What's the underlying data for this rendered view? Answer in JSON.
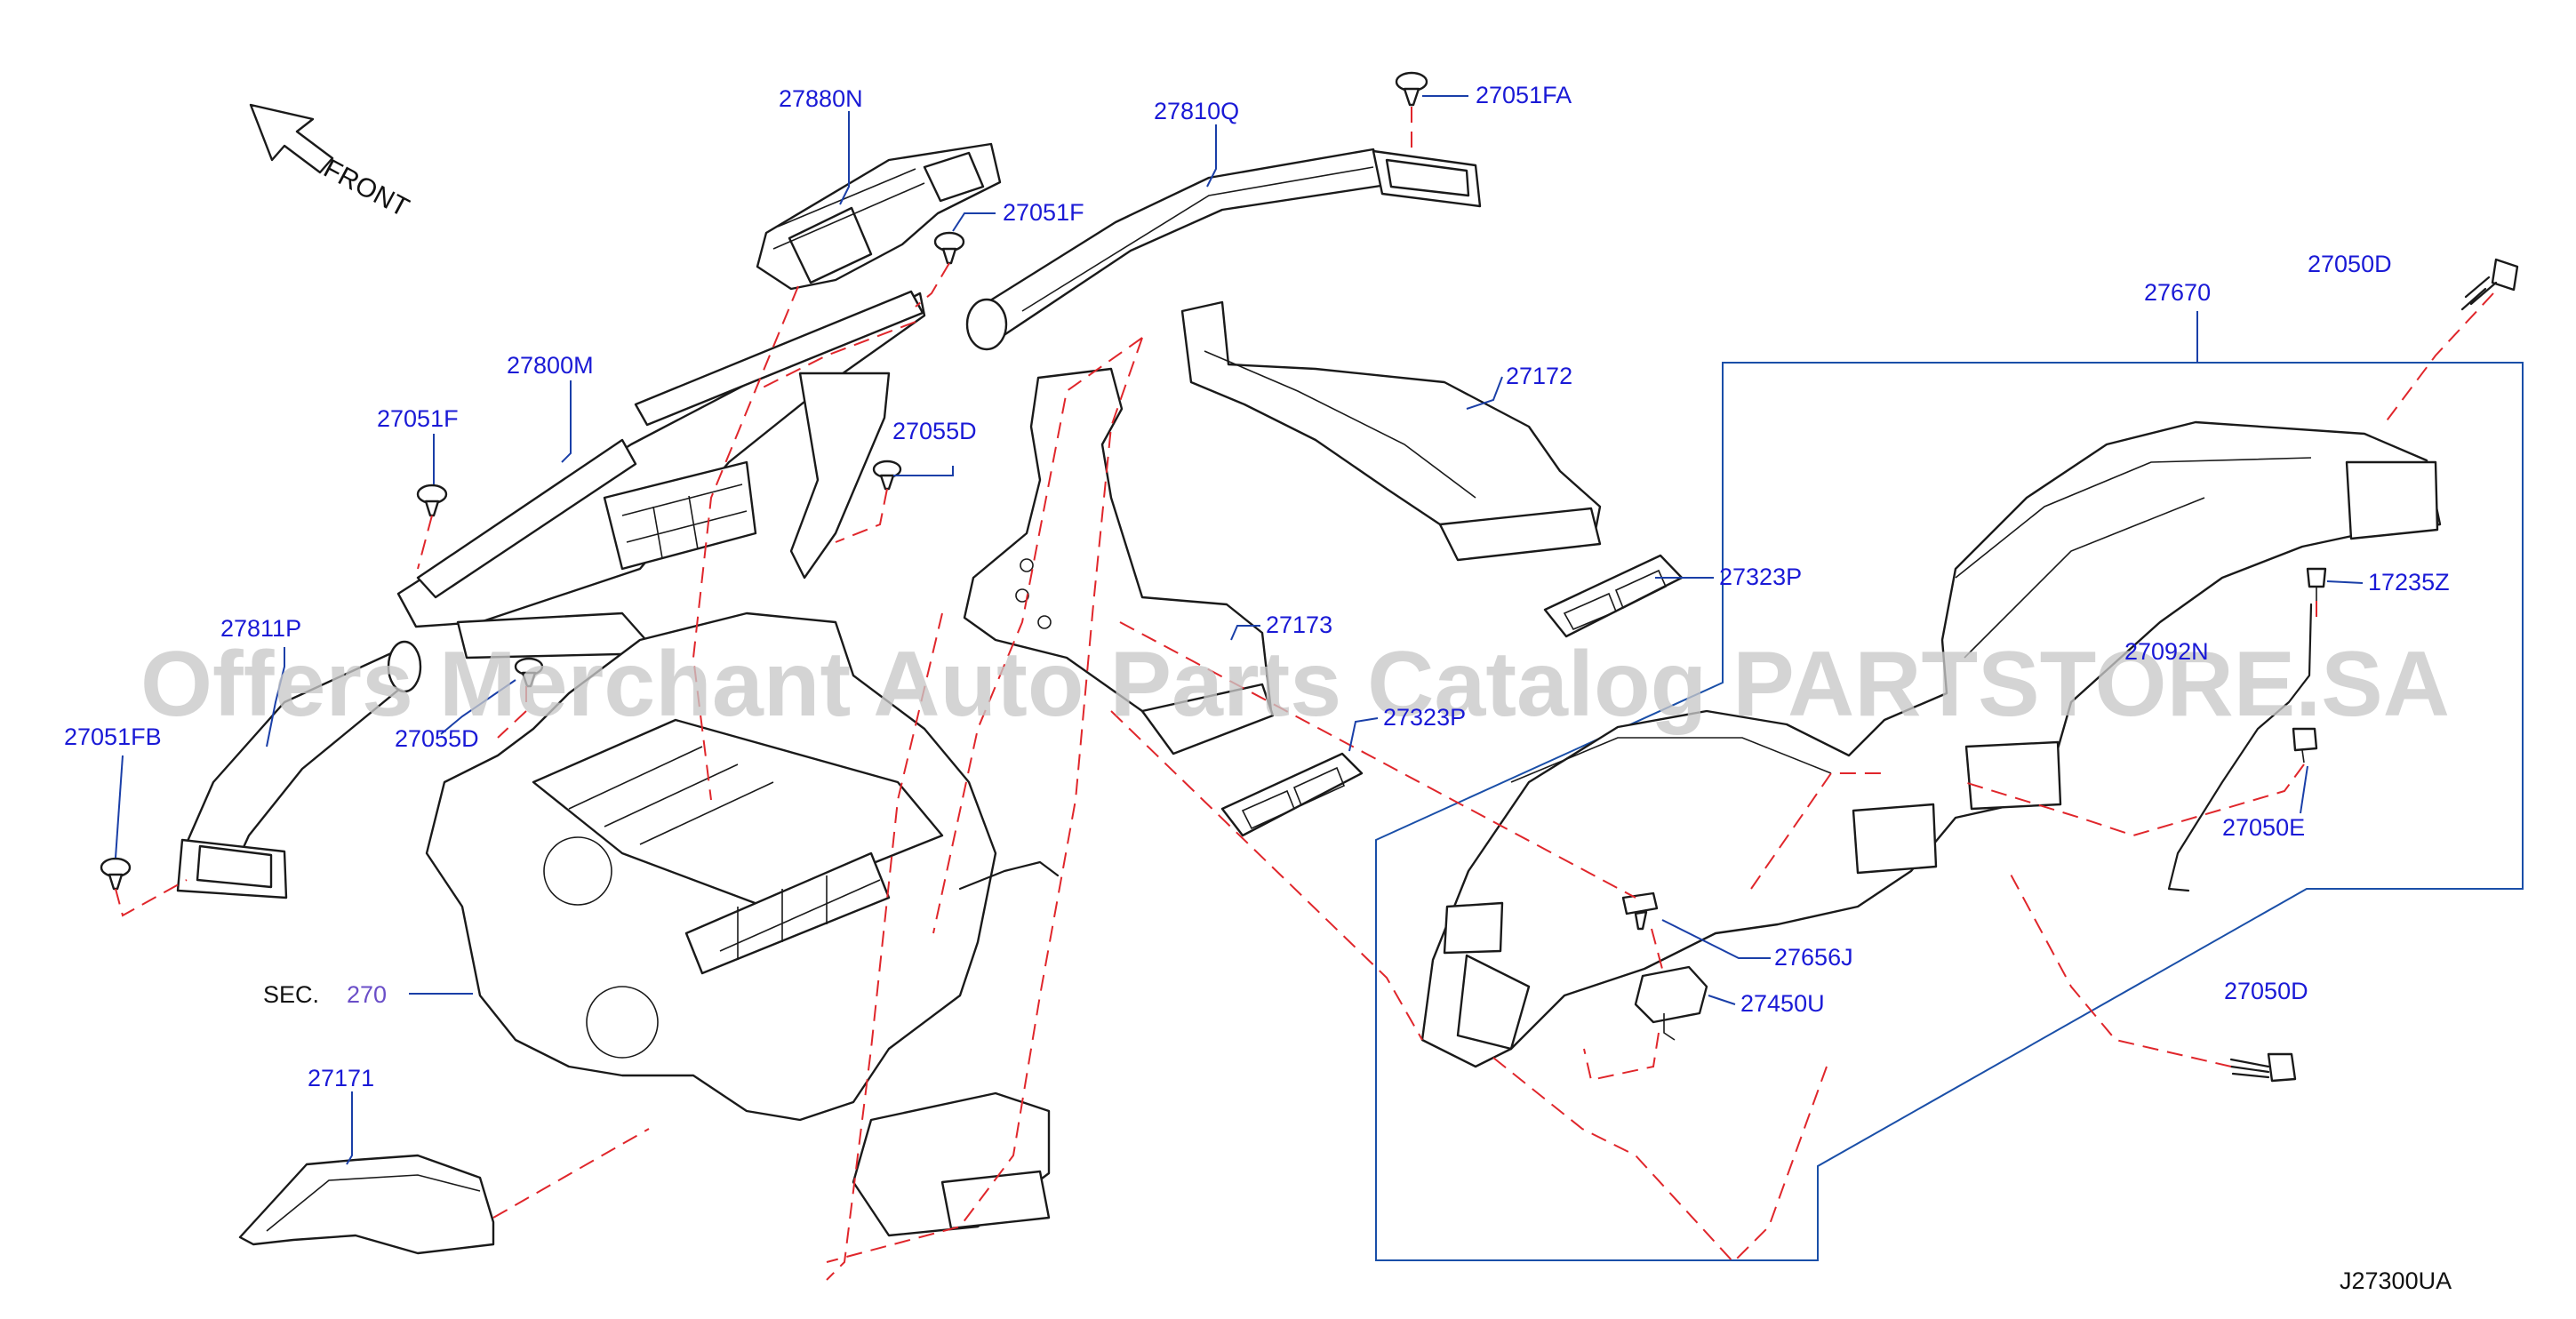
{
  "diagram_code": "J27300UA",
  "front_label": "FRONT",
  "section_ref": {
    "prefix": "SEC.",
    "number": "270"
  },
  "watermark": "Offers Merchant Auto Parts Catalog PARTSTORE.SA",
  "colors": {
    "label": "#1a1ad6",
    "dash": "#e0262b",
    "leader": "#1a4fa8",
    "watermark": "#c8c8c8"
  },
  "labels": {
    "p27880N": "27880N",
    "p27810Q": "27810Q",
    "p27051FA": "27051FA",
    "p27051F_top": "27051F",
    "p27800M": "27800M",
    "p27051F_left": "27051F",
    "p27055D_right": "27055D",
    "p27811P": "27811P",
    "p27051FB": "27051FB",
    "p27055D_left": "27055D",
    "p27172": "27172",
    "p27323P_upper": "27323P",
    "p27173": "27173",
    "p27323P_lower": "27323P",
    "p27050D_top": "27050D",
    "p27670": "27670",
    "p17235Z": "17235Z",
    "p27092N": "27092N",
    "p27050E": "27050E",
    "p27656J": "27656J",
    "p27450U": "27450U",
    "p27050D_bottom": "27050D",
    "p27171": "27171"
  }
}
